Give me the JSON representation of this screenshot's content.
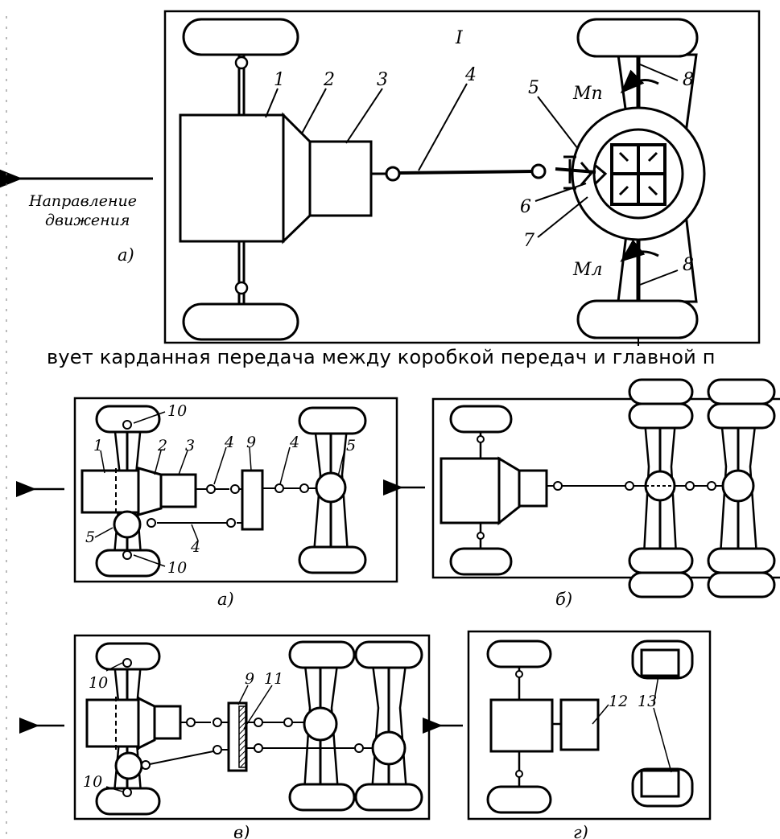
{
  "figure1": {
    "label_I": "I",
    "label_1": "1",
    "label_2": "2",
    "label_3": "3",
    "label_4": "4",
    "label_5": "5",
    "label_6": "6",
    "label_7": "7",
    "label_8_top": "8",
    "label_8_bottom": "8",
    "torque_right": "Mп",
    "torque_left": "Mл",
    "direction_line1": "Направление",
    "direction_line2": "движения",
    "caption": "а)"
  },
  "body_text": "вует карданная передача между коробкой передач и главной п",
  "figure2": {
    "panel_a": {
      "caption": "а)",
      "label_1": "1",
      "label_2": "2",
      "label_3": "3",
      "label_4a": "4",
      "label_4b": "4",
      "label_4c": "4",
      "label_9": "9",
      "label_5_right": "5",
      "label_5_left": "5",
      "label_10_top": "10",
      "label_10_bottom": "10"
    },
    "panel_b": {
      "caption": "б)"
    },
    "panel_v": {
      "caption": "в)",
      "label_9": "9",
      "label_11": "11",
      "label_10_top": "10",
      "label_10_bottom": "10"
    },
    "panel_g": {
      "caption": "г)",
      "label_12": "12",
      "label_13": "13"
    }
  }
}
